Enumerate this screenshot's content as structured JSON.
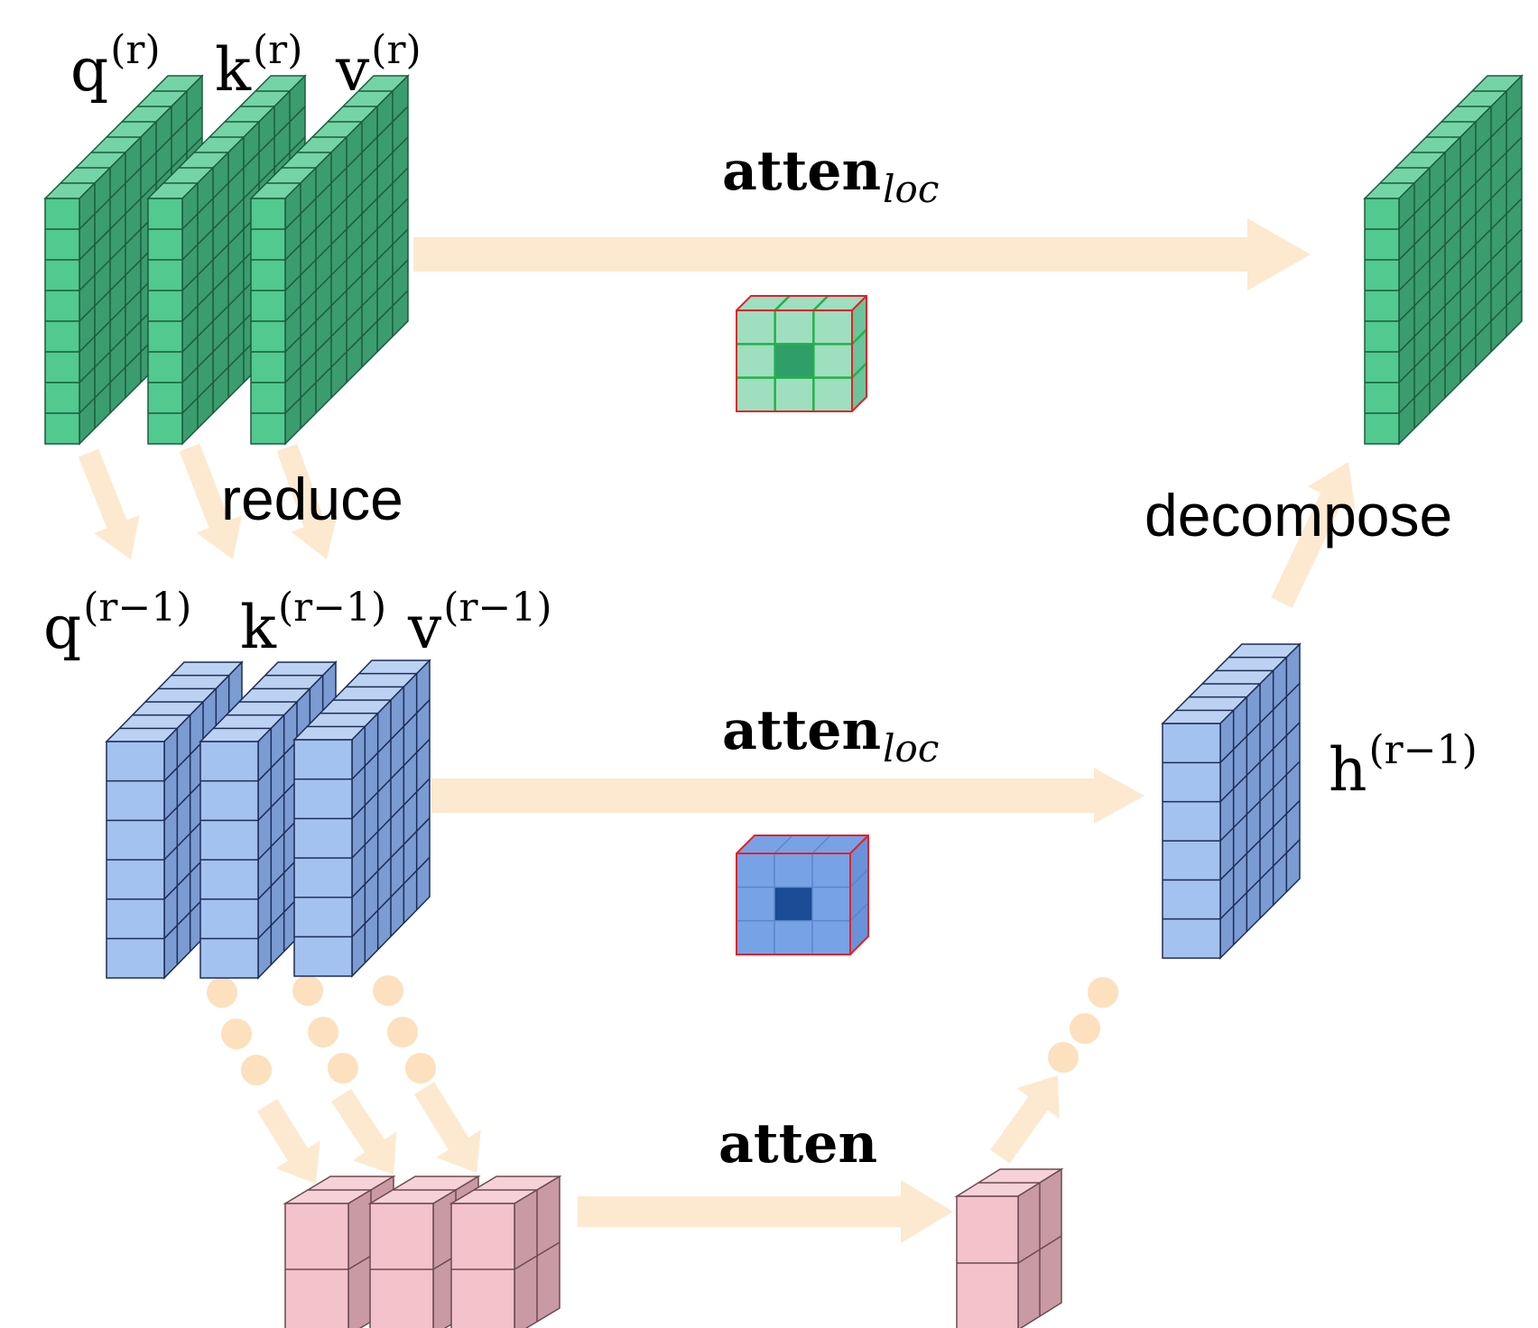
{
  "labels": {
    "q_r": "q",
    "r_sup": "(r)",
    "k_r": "k",
    "v_r": "v",
    "q_r1": "q",
    "r1_sup": "(r−1)",
    "k_r1": "k",
    "v_r1": "v",
    "h_r1": "h",
    "h_sup": "(r−1)",
    "atten_loc_1": "atten",
    "atten_loc_2": "atten",
    "loc_sub": "loc",
    "atten": "atten",
    "reduce": "reduce",
    "decompose": "decompose"
  },
  "colors": {
    "green_front": "#52c98f",
    "green_side": "#3b9c6e",
    "green_top": "#74d4a6",
    "green_line": "#1a5c3c",
    "blue_front": "#a4c2f0",
    "blue_side": "#7b9bd3",
    "blue_top": "#bcd2f3",
    "blue_line": "#1d2d55",
    "pink_front": "#f4c2cb",
    "pink_side": "#c99aa3",
    "pink_top": "#f6d2d8",
    "pink_line": "#6b4a50",
    "arrow": "#fde9cf",
    "dots": "#fde0be",
    "kernel_border": "#e0222a"
  }
}
